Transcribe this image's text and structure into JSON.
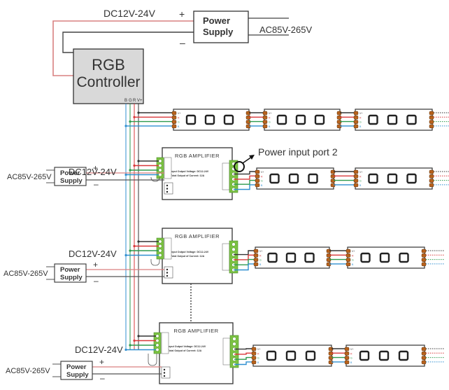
{
  "main_supply": {
    "dc_label": "DC12V-24V",
    "plus": "+",
    "minus": "–",
    "box_line1": "Power",
    "box_line2": "Supply",
    "ac_label": "AC85V-265V"
  },
  "controller": {
    "line1": "RGB",
    "line2": "Controller",
    "pins": [
      "B",
      "G",
      "R",
      "V+"
    ]
  },
  "amplifiers": [
    {
      "title": "RGB AMPLIFIER",
      "spec1": "Input Output Voltage: DC12-24V",
      "spec2": "Total Output of Current: 12A",
      "dc_label": "DC12V-24V",
      "supply_line1": "Power",
      "supply_line2": "Supply",
      "ac_label": "AC85V-265V",
      "plus": "+",
      "minus": "–"
    },
    {
      "title": "RGB AMPLIFIER",
      "spec1": "Input Output Voltage: DC12-24V",
      "spec2": "Total Output of Current: 12A",
      "dc_label": "DC12V-24V",
      "supply_line1": "Power",
      "supply_line2": "Supply",
      "ac_label": "AC85V-265V",
      "plus": "+",
      "minus": "–"
    },
    {
      "title": "RGB AMPLIFIER",
      "spec1": "Input Output Voltage: DC12-24V",
      "spec2": "Total Output of Current: 12A",
      "dc_label": "DC12V-24V",
      "supply_line1": "Power",
      "supply_line2": "Supply",
      "ac_label": "AC85V-265V",
      "plus": "+",
      "minus": "–"
    }
  ],
  "annotation": {
    "power_input_port": "Power input port 2"
  },
  "strip_pins": [
    "V+",
    "R",
    "G",
    "B"
  ],
  "colors": {
    "wire_v": "#333333",
    "wire_r": "#d9383a",
    "wire_g": "#2e9a4e",
    "wire_b": "#2f8fd0",
    "dc_plus": "#d98080",
    "controller_fill": "#d9d9d9",
    "terminal_green": "#7cc242",
    "pad_brown": "#b8621c"
  }
}
